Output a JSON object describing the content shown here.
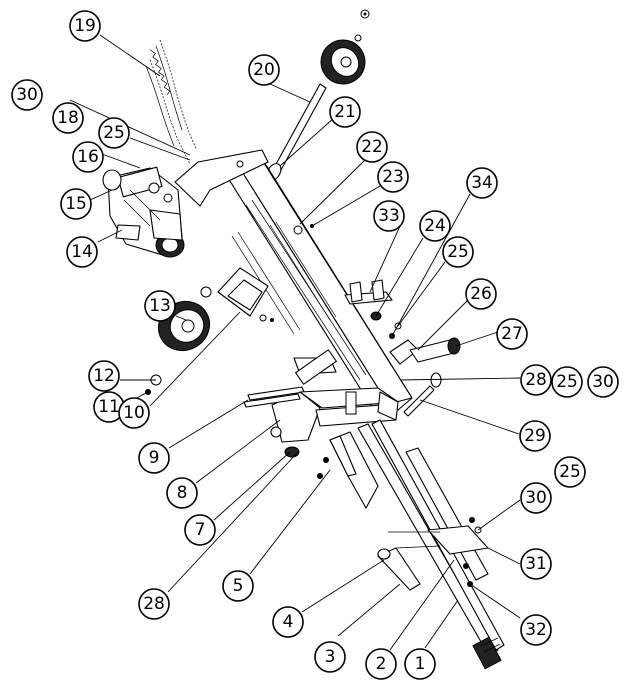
{
  "callouts": [
    {
      "id": "c19",
      "label": "19"
    },
    {
      "id": "c30a",
      "label": "30"
    },
    {
      "id": "c18",
      "label": "18"
    },
    {
      "id": "c25a",
      "label": "25"
    },
    {
      "id": "c16",
      "label": "16"
    },
    {
      "id": "c15",
      "label": "15"
    },
    {
      "id": "c14",
      "label": "14"
    },
    {
      "id": "c20",
      "label": "20"
    },
    {
      "id": "c21",
      "label": "21"
    },
    {
      "id": "c22",
      "label": "22"
    },
    {
      "id": "c23",
      "label": "23"
    },
    {
      "id": "c34",
      "label": "34"
    },
    {
      "id": "c33",
      "label": "33"
    },
    {
      "id": "c24",
      "label": "24"
    },
    {
      "id": "c25b",
      "label": "25"
    },
    {
      "id": "c26",
      "label": "26"
    },
    {
      "id": "c27",
      "label": "27"
    },
    {
      "id": "c13",
      "label": "13"
    },
    {
      "id": "c12",
      "label": "12"
    },
    {
      "id": "c11",
      "label": "11"
    },
    {
      "id": "c10",
      "label": "10"
    },
    {
      "id": "c28a",
      "label": "28"
    },
    {
      "id": "c25c",
      "label": "25"
    },
    {
      "id": "c30b",
      "label": "30"
    },
    {
      "id": "c29",
      "label": "29"
    },
    {
      "id": "c9",
      "label": "9"
    },
    {
      "id": "c8",
      "label": "8"
    },
    {
      "id": "c7",
      "label": "7"
    },
    {
      "id": "c30c",
      "label": "30"
    },
    {
      "id": "c25d",
      "label": "25"
    },
    {
      "id": "c28b",
      "label": "28"
    },
    {
      "id": "c5",
      "label": "5"
    },
    {
      "id": "c31",
      "label": "31"
    },
    {
      "id": "c4",
      "label": "4"
    },
    {
      "id": "c32",
      "label": "32"
    },
    {
      "id": "c3",
      "label": "3"
    },
    {
      "id": "c2",
      "label": "2"
    },
    {
      "id": "c1",
      "label": "1"
    }
  ]
}
